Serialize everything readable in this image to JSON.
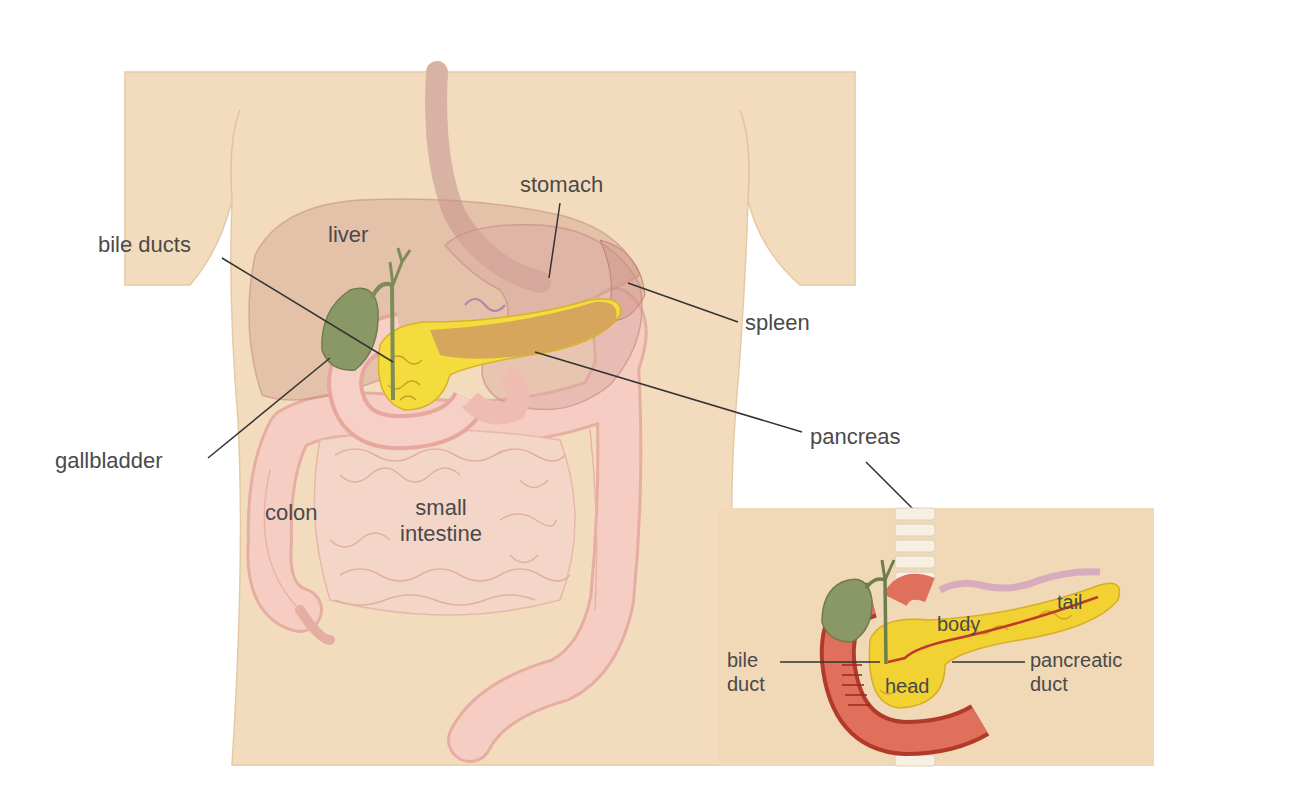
{
  "diagram": {
    "labels": [
      "stomach",
      "liver",
      "bile ducts",
      "spleen",
      "pancreas",
      "gallbladder",
      "colon",
      "small intestine",
      "body",
      "tail",
      "bile duct",
      "pancreatic duct",
      "head"
    ]
  }
}
